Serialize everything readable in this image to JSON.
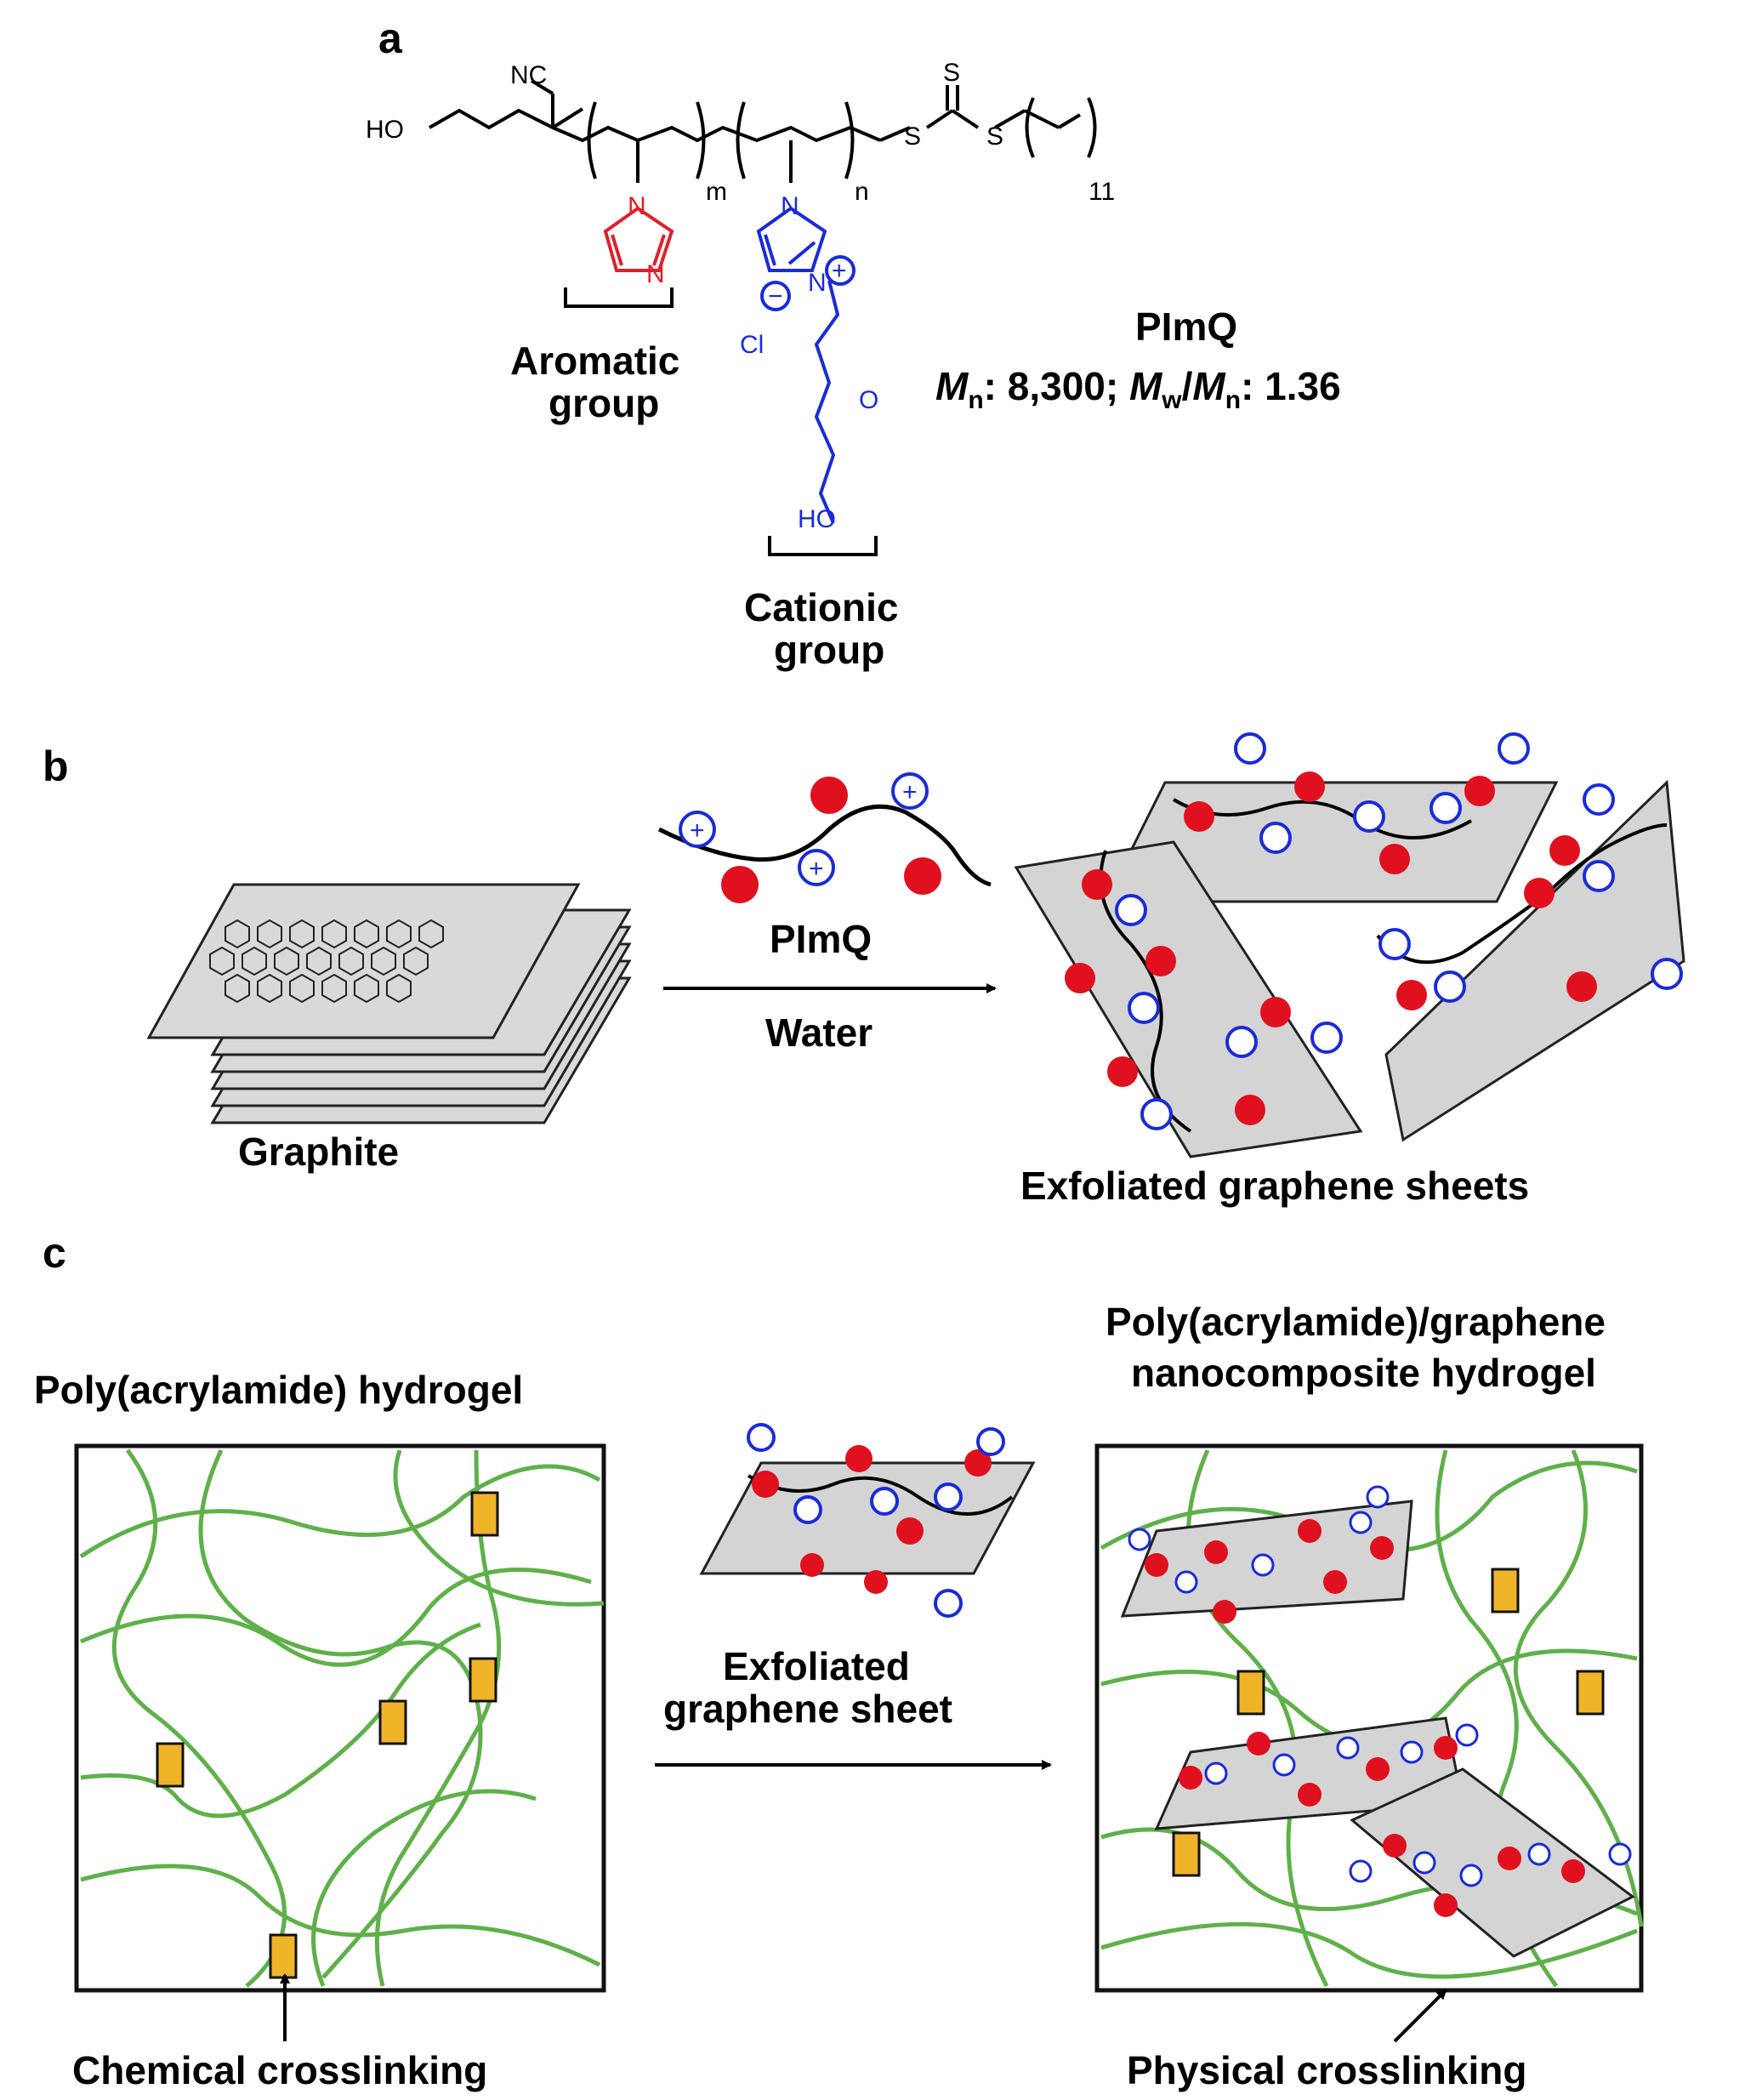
{
  "panel_labels": {
    "a": "a",
    "b": "b",
    "c": "c"
  },
  "structure": {
    "ho": "HO",
    "nc": "NC",
    "m": "m",
    "n": "n",
    "s1": "S",
    "s2": "S",
    "s3": "S",
    "eleven": "11",
    "n_red_1": "N",
    "n_red_2": "N",
    "n_blue_1": "N",
    "n_blue_2": "N",
    "plus": "+",
    "cl": "Cl",
    "minus": "−",
    "o": "O",
    "ho_end": "HO"
  },
  "annotations": {
    "aromatic_line1": "Aromatic",
    "aromatic_line2": "group",
    "cationic_line1": "Cationic",
    "cationic_line2": "group",
    "polymer_name": "PImQ",
    "mn_prefix": "M",
    "mn_sub": "n",
    "mn_value": ": 8,300; ",
    "mw_prefix": "M",
    "mw_sub": "w",
    "slash": "/",
    "mn2_prefix": "M",
    "mn2_sub": "n",
    "pdi_value": ": 1.36"
  },
  "panel_b": {
    "graphite": "Graphite",
    "pimq": "PImQ",
    "water": "Water",
    "exfoliated": "Exfoliated graphene sheets",
    "charge": "+"
  },
  "panel_c": {
    "left_title": "Poly(acrylamide) hydrogel",
    "right_title_1": "Poly(acrylamide)/graphene",
    "right_title_2": "nanocomposite hydrogel",
    "middle_1": "Exfoliated",
    "middle_2": "graphene sheet",
    "chem_xlink": "Chemical crosslinking",
    "phys_xlink": "Physical crosslinking"
  },
  "colors": {
    "aromatic": "#e0202a",
    "cationic": "#1a2bd8",
    "sheet": "#d4d4d4",
    "bead": "#e0101e",
    "polymer_network": "#5fb04a",
    "crosslinker": "#f0b429"
  }
}
